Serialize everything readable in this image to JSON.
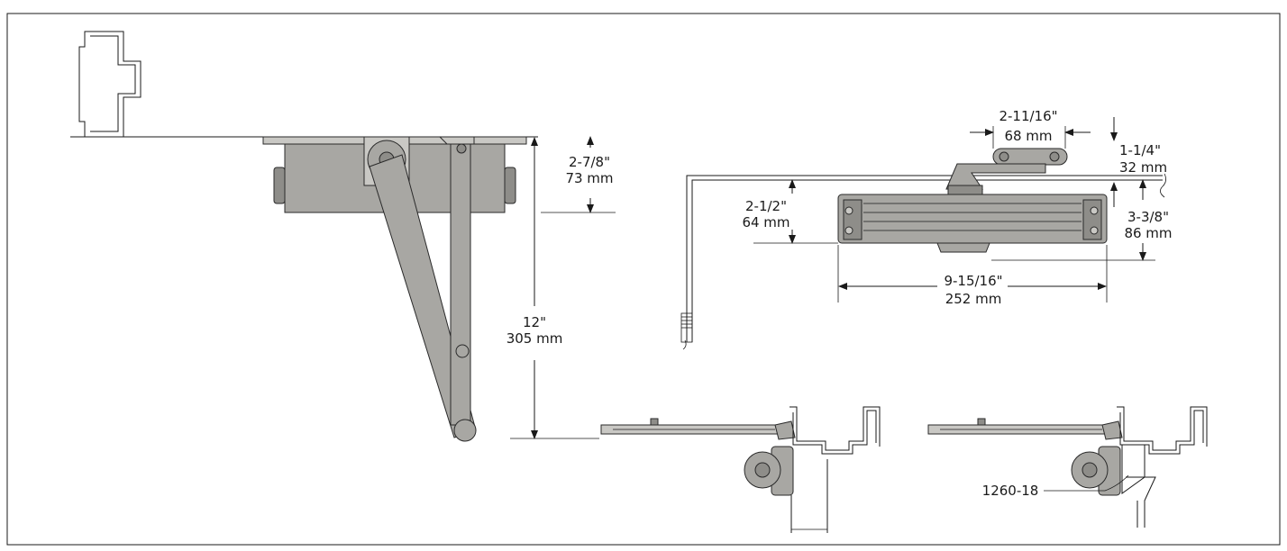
{
  "dimensions": {
    "d_2_7_8_in": "2-7/8\"",
    "d_2_7_8_mm": "73 mm",
    "d_12_in": "12\"",
    "d_12_mm": "305 mm",
    "d_2_11_16_in": "2-11/16\"",
    "d_2_11_16_mm": "68 mm",
    "d_1_1_4_in": "1-1/4\"",
    "d_1_1_4_mm": "32 mm",
    "d_2_1_2_in": "2-1/2\"",
    "d_2_1_2_mm": "64 mm",
    "d_3_3_8_in": "3-3/8\"",
    "d_3_3_8_mm": "86 mm",
    "d_9_15_16_in": "9-15/16\"",
    "d_9_15_16_mm": "252 mm"
  },
  "part_label": "1260-18"
}
